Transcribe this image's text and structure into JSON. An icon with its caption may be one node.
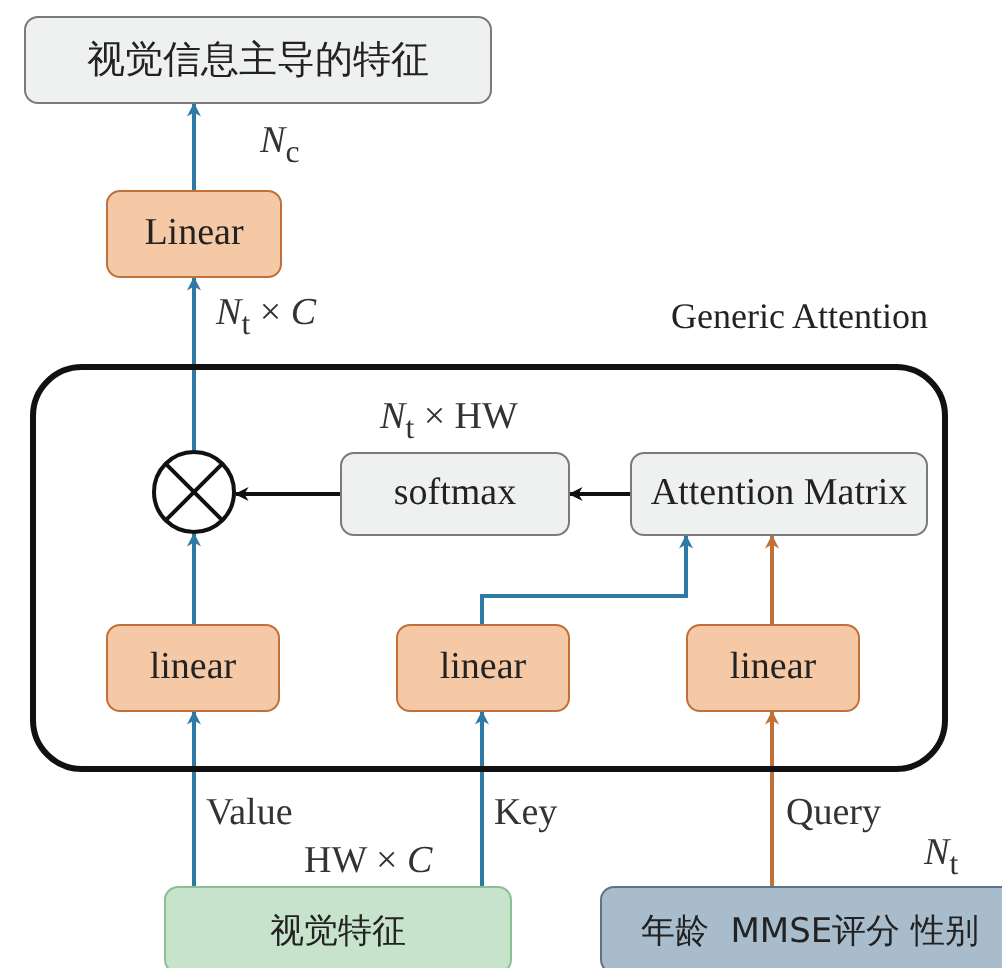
{
  "diagram": {
    "nodes": [
      {
        "text": [
          "视觉信息主导的特征"
        ]
      },
      {
        "text": [
          "Linear"
        ]
      },
      {
        "text": [
          "Generic Attention"
        ]
      },
      {
        "text": [],
        "shape": "circle",
        "in": 2
      },
      {
        "text": [
          "softmax"
        ],
        "in": 2,
        "beside": [
          "*N*$_{t}$ × HW"
        ]
      },
      {
        "text": [
          "Attention Matrix"
        ],
        "in": 2
      },
      {
        "text": [
          "linear"
        ],
        "in": 2
      },
      {
        "text": [
          "linear"
        ],
        "in": 2
      },
      {
        "text": [
          "linear"
        ],
        "in": 2
      },
      {
        "text": [
          "视觉特征"
        ],
        "beside": [
          "HW × *C*"
        ]
      },
      {
        "text": [
          "年龄  MMSE评分 性别"
        ],
        "beside": [
          "*N*$_{t}$"
        ]
      }
    ],
    "edges": [
      {
        "from": 1,
        "to": 0,
        "arrow": "to",
        "label": "*N*$_{c}$"
      },
      {
        "from": 3,
        "to": 1,
        "arrow": "to",
        "label": "*N*$_{t}$ × *C*"
      },
      {
        "from": 4,
        "to": 3,
        "arrow": "to",
        "color": "#111111"
      },
      {
        "from": 5,
        "to": 4,
        "arrow": "to",
        "color": "#111111"
      },
      {
        "from": 6,
        "to": 3,
        "arrow": "to"
      },
      {
        "from": 7,
        "to": 5,
        "arrow": "to"
      },
      {
        "from": 8,
        "to": 5,
        "arrow": "to",
        "color": "#c0713a"
      },
      {
        "from": 9,
        "to": 6,
        "arrow": "to",
        "label": "Value"
      },
      {
        "from": 9,
        "to": 7,
        "arrow": "to",
        "label": "Key"
      },
      {
        "from": 10,
        "to": 8,
        "arrow": "to",
        "label": "Query",
        "color": "#c0713a"
      }
    ]
  }
}
